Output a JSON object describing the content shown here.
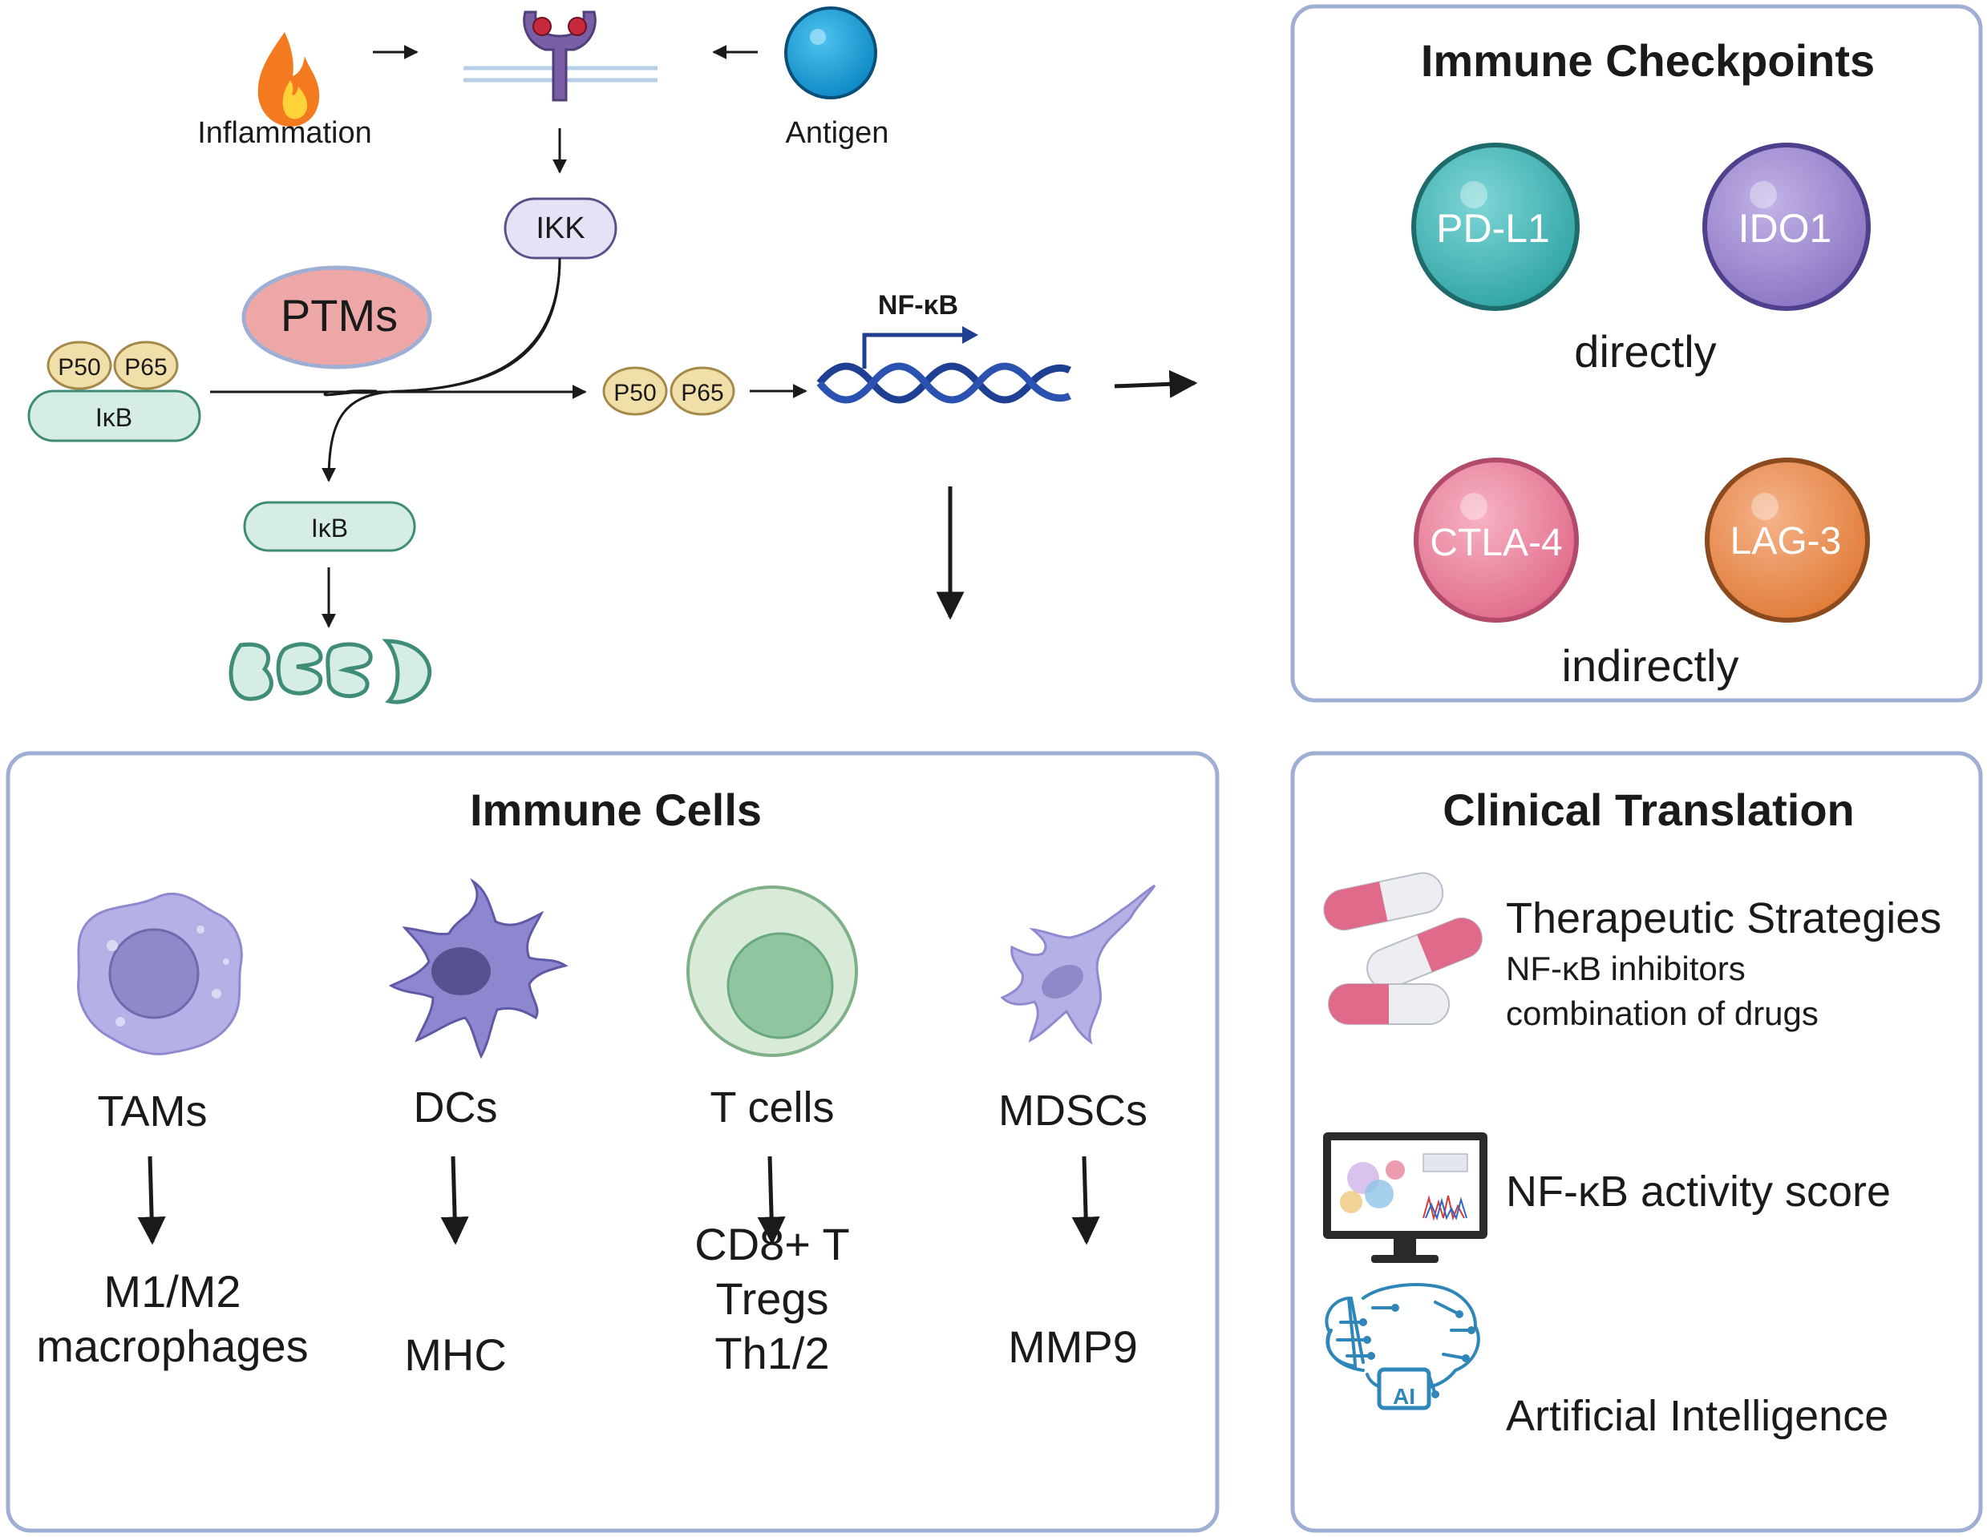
{
  "pathway": {
    "inflammation_label": "Inflammation",
    "antigen_label": "Antigen",
    "ikk_label": "IKK",
    "ptms_label": "PTMs",
    "p50_label": "P50",
    "p65_label": "P65",
    "ikb_label": "IκB",
    "nfkb_label": "NF-κB",
    "colors": {
      "ikb_fill": "#d6ede6",
      "ikb_stroke": "#3f8c78",
      "subunit_fill": "#f1dfaa",
      "subunit_stroke": "#a5894a",
      "ikk_fill": "#e6e2f5",
      "ikk_stroke": "#58528a",
      "ptms_fill": "#eda7a7",
      "ptms_stroke": "#9eafd3",
      "dna": "#1f3f93"
    }
  },
  "checkpoints": {
    "title": "Immune Checkpoints",
    "direct_label": "directly",
    "indirect_label": "indirectly",
    "items": [
      {
        "label": "PD-L1",
        "color": "#3bb4b4",
        "edge": "#1f6b6b"
      },
      {
        "label": "IDO1",
        "color": "#9e87cf",
        "edge": "#4f3f8c"
      },
      {
        "label": "CTLA-4",
        "color": "#ea7c99",
        "edge": "#b24a69"
      },
      {
        "label": "LAG-3",
        "color": "#ea8c4c",
        "edge": "#8c4a1f"
      }
    ]
  },
  "immune_cells": {
    "title": "Immune Cells",
    "cells": [
      {
        "name": "TAMs",
        "outcome": [
          "M1/M2",
          "macrophages"
        ]
      },
      {
        "name": "DCs",
        "outcome": [
          "MHC"
        ]
      },
      {
        "name": "T cells",
        "outcome": [
          "CD8+ T",
          "Tregs",
          "Th1/2"
        ]
      },
      {
        "name": "MDSCs",
        "outcome": [
          "MMP9"
        ]
      }
    ]
  },
  "clinical": {
    "title": "Clinical Translation",
    "strategies_label": "Therapeutic Strategies",
    "strategies_items": [
      "NF-κB inhibitors",
      "combination of drugs"
    ],
    "score_label": "NF-κB activity score",
    "ai_label": "Artificial Intelligence",
    "ai_chip_label": "AI"
  }
}
